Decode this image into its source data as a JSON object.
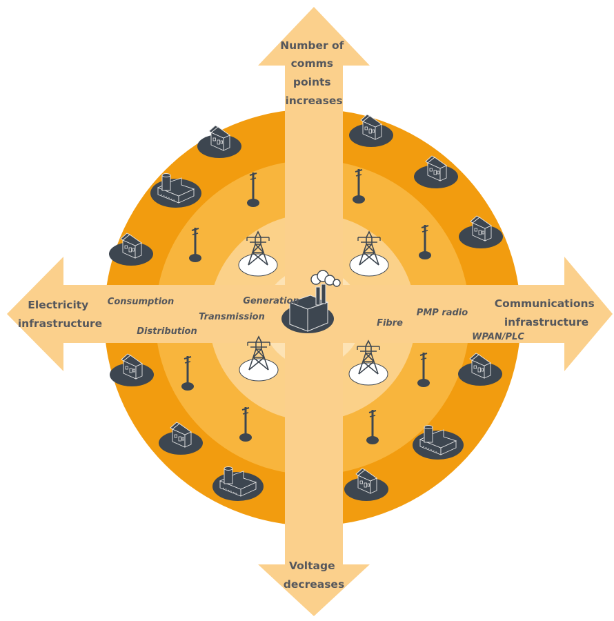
{
  "arrows": {
    "up": {
      "lines": [
        "Number of",
        "comms",
        "points",
        "increases"
      ]
    },
    "down": {
      "lines": [
        "Voltage",
        "decreases"
      ]
    },
    "left": {
      "lines": [
        "Electricity",
        "infrastructure"
      ]
    },
    "right": {
      "lines": [
        "Communications",
        "infrastructure"
      ]
    }
  },
  "rings": {
    "generation": "Generation",
    "transmission": "Transmission",
    "distribution": "Distribution",
    "consumption": "Consumption",
    "fibre": "Fibre",
    "pmp_radio": "PMP radio",
    "wpan_plc": "WPAN/PLC"
  },
  "colors": {
    "outer_ring": "#f29c0f",
    "middle_ring": "#f8b53d",
    "inner_ring": "#fbd189",
    "core": "#fde3b5",
    "arrows": "#fbd08c",
    "icons": "#3d4650"
  },
  "icons": {
    "center": "factory-icon",
    "towers": "transmission-tower-icon",
    "poles": "utility-pole-icon",
    "houses": "house-icon",
    "industrial": "industrial-building-icon"
  }
}
